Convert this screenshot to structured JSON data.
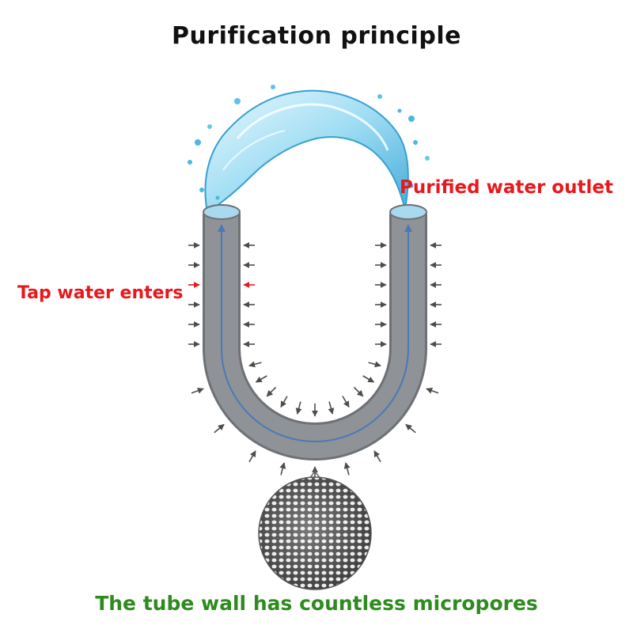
{
  "title": "Purification principle",
  "labels": {
    "outlet": "Purified water outlet",
    "inlet": "Tap water enters",
    "caption": "The tube wall has countless micropores"
  },
  "colors": {
    "outlet": "#e8181c",
    "inlet": "#e8181c",
    "caption": "#2e8b1e",
    "tube": "#8c8f94",
    "flow": "#4b79b6",
    "arrow": "#4d4d4d",
    "water": "#7fd0ef"
  },
  "icons": [
    "water-splash-icon",
    "u-tube-icon",
    "micropore-disc-icon"
  ]
}
